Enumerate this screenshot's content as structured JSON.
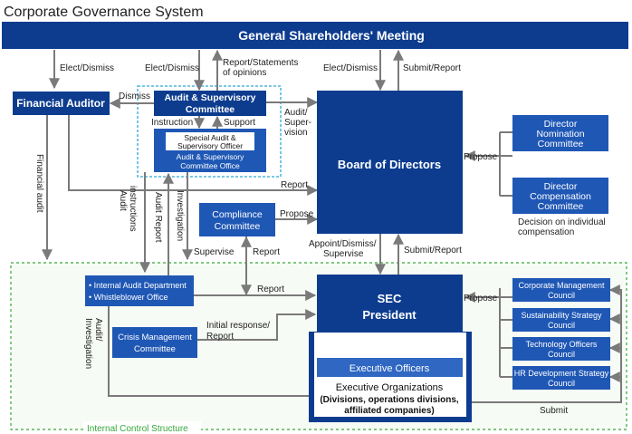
{
  "title": "Corporate Governance System",
  "colors": {
    "navy": "#0d3c8f",
    "blue": "#1f57b5",
    "mid": "#2f67c2",
    "line": "#7a7a7a",
    "green": "#36a83a",
    "cyan": "#2aa7d8"
  },
  "boxes": {
    "gsm": "General Shareholders' Meeting",
    "financial_auditor": "Financial Auditor",
    "asc": [
      "Audit & Supervisory",
      "Committee"
    ],
    "special_officer": [
      "Special Audit &",
      "Supervisory Officer"
    ],
    "asc_office": [
      "Audit & Supervisory",
      "Committee Office"
    ],
    "board": "Board of Directors",
    "nomination": [
      "Director",
      "Nomination",
      "Committee"
    ],
    "compensation": [
      "Director",
      "Compensation",
      "Committee"
    ],
    "compensation_note": [
      "Decision on individual",
      "compensation"
    ],
    "compliance": [
      "Compliance",
      "Committee"
    ],
    "internal_audit": [
      "• Internal Audit Department",
      "• Whistleblower Office"
    ],
    "crisis": [
      "Crisis Management",
      "Committee"
    ],
    "president": [
      "SEC",
      "President"
    ],
    "exec_officers": "Executive Officers",
    "exec_orgs": [
      "Executive Organizations",
      "(Divisions, operations divisions,",
      "affiliated companies)"
    ],
    "corp_mgmt": [
      "Corporate Management",
      "Council"
    ],
    "sustainability": [
      "Sustainability Strategy",
      "Council"
    ],
    "technology": [
      "Technology Officers",
      "Council"
    ],
    "hr": [
      "HR Development Strategy",
      "Council"
    ]
  },
  "labels": {
    "elect_dismiss_1": "Elect/Dismiss",
    "elect_dismiss_2": "Elect/Dismiss",
    "report_statements": [
      "Report/Statements",
      "of opinions"
    ],
    "elect_dismiss_3": "Elect/Dismiss",
    "submit_report_1": "Submit/Report",
    "dismiss": "Dismiss",
    "instruction": "Instruction",
    "support": "Support",
    "audit_supervision": [
      "Audit/",
      "Super-",
      "vision"
    ],
    "financial_audit": "Financial audit",
    "report_1": "Report",
    "propose_1": "Propose",
    "audit_instructions": [
      "Audit",
      "instructions"
    ],
    "audit_report": "Audit Report",
    "investigation": "Investigation",
    "propose_2": "Propose",
    "supervise": "Supervise",
    "report_2": "Report",
    "appoint": [
      "Appoint/Dismiss/",
      "Supervise"
    ],
    "submit_report_2": "Submit/Report",
    "report_3": "Report",
    "propose_3": "Propose",
    "audit_investigation": [
      "Audit/",
      "Investigation"
    ],
    "initial_response": [
      "Initial response/",
      "Report"
    ],
    "submit": "Submit",
    "internal_control": "Internal Control Structure"
  }
}
